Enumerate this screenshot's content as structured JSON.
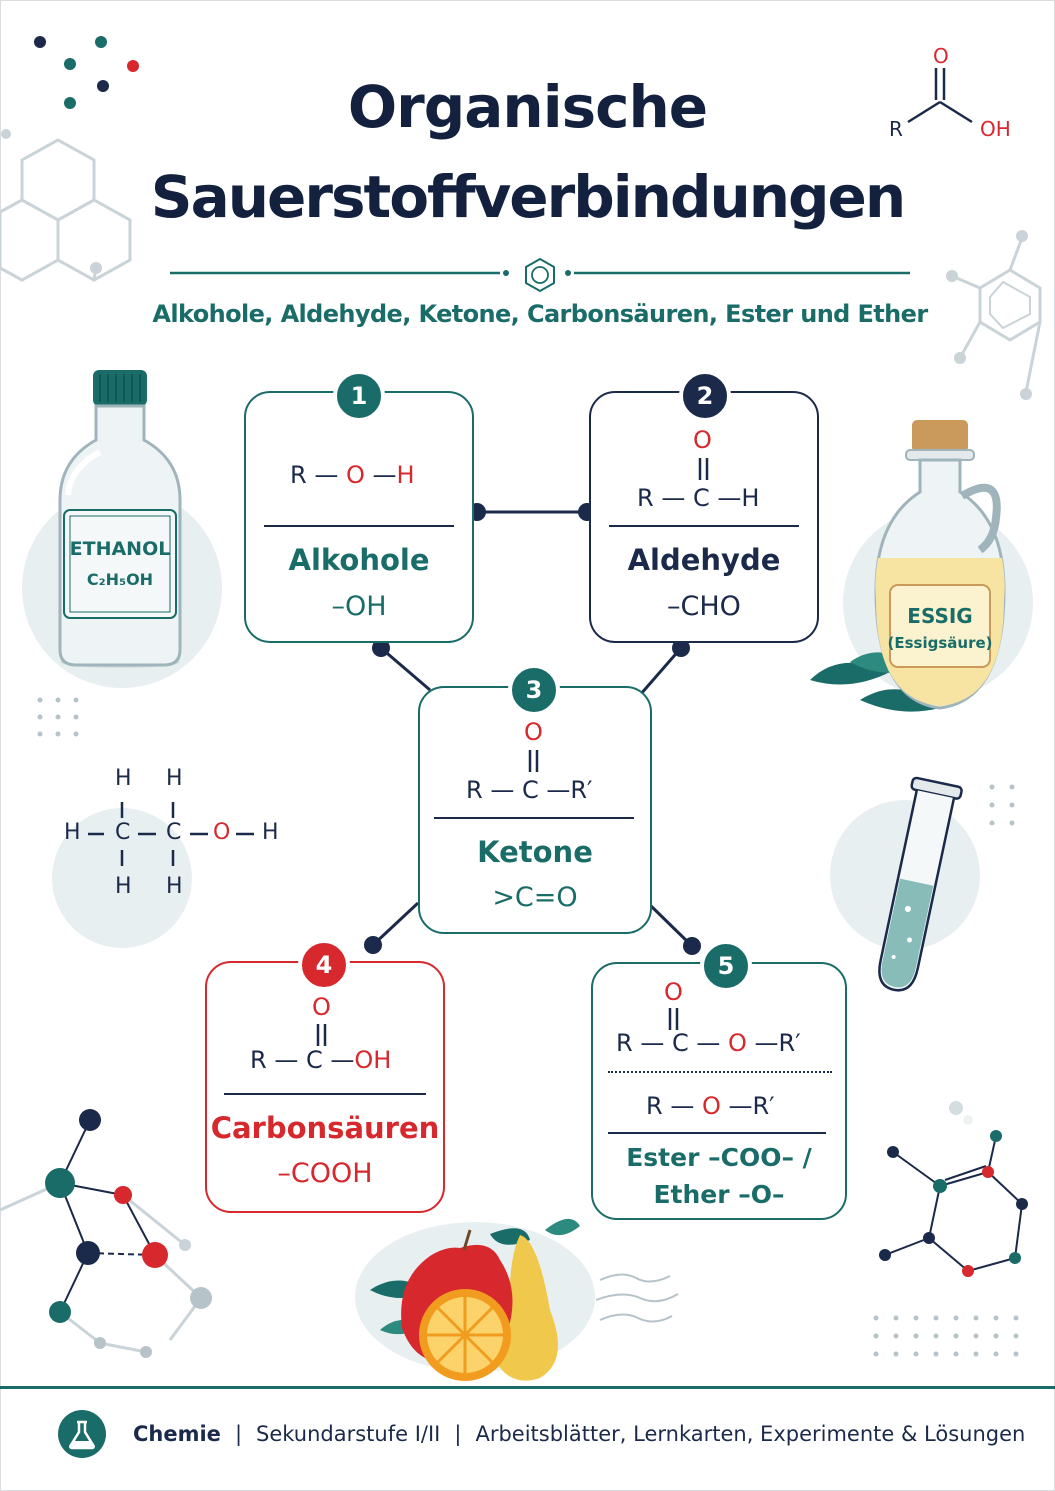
{
  "header": {
    "title_line1": "Organische",
    "title_line2": "Sauerstoffverbindungen",
    "subtitle": "Alkohole, Aldehyde, Ketone, Carbonsäuren, Ester und Ether",
    "carboxyl_icon": {
      "r": "R",
      "o": "O",
      "oh": "OH"
    }
  },
  "illustrations": {
    "ethanol_bottle": {
      "label": "ETHANOL",
      "formula": "C₂H₅OH"
    },
    "vinegar_bottle": {
      "label": "ESSIG",
      "sublabel": "(Essigsäure)"
    },
    "ethanol_structure": {
      "h": "H",
      "c": "C",
      "o": "O"
    }
  },
  "cards": [
    {
      "number": "1",
      "name": "Alkohole",
      "group": "–OH",
      "formula": [
        "R",
        "O",
        "H"
      ]
    },
    {
      "number": "2",
      "name": "Aldehyde",
      "group": "–CHO",
      "formula": [
        "R",
        "C",
        "H"
      ],
      "top": "O"
    },
    {
      "number": "3",
      "name": "Ketone",
      "group": ">C=O",
      "formula": [
        "R",
        "C",
        "R′"
      ],
      "top": "O"
    },
    {
      "number": "4",
      "name": "Carbonsäuren",
      "group": "–COOH",
      "formula": [
        "R",
        "C",
        "OH"
      ],
      "top": "O"
    },
    {
      "number": "5",
      "name_line1": "Ester –COO– /",
      "name_line2": "Ether –O–",
      "formula_ester": [
        "R",
        "C",
        "O",
        "R′"
      ],
      "top": "O",
      "formula_ether": [
        "R",
        "O",
        "R′"
      ]
    }
  ],
  "footer": {
    "subject": "Chemie",
    "level": "Sekundarstufe I/II",
    "materials": "Arbeitsblätter, Lernkarten, Experimente & Lösungen"
  },
  "colors": {
    "teal": "#1a6c68",
    "navy": "#1b2a4a",
    "red": "#d6282d",
    "light": "#e8eff0"
  }
}
